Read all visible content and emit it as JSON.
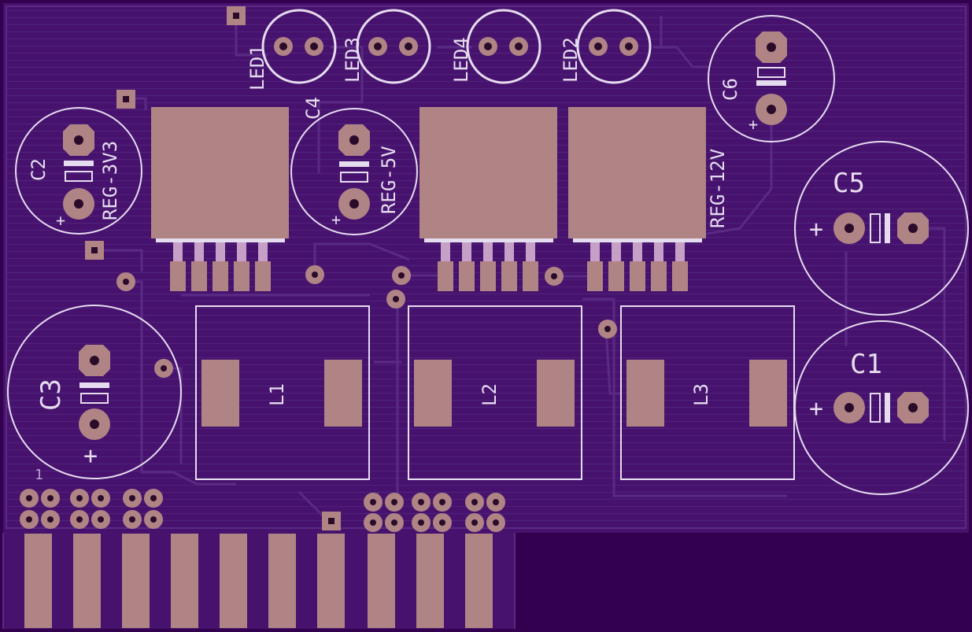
{
  "colors": {
    "background": "#33004f",
    "board": "#46126e",
    "copper": "#b08484",
    "silkscreen": "#e6dcef",
    "trace": "#5a2a84",
    "drill": "#2a0b2a",
    "hatch": "#52267a"
  },
  "labels": {
    "led1": "LED1",
    "led3": "LED3",
    "led4": "LED4",
    "led2": "LED2",
    "c4": "C4",
    "c2": "C2",
    "c6": "C6",
    "c5": "C5",
    "c1": "C1",
    "c3": "C3",
    "reg3v3": "REG-3V3",
    "reg5v": "REG-5V",
    "reg12v": "REG-12V",
    "l1": "L1",
    "l2": "L2",
    "l3": "L3",
    "pin1": "1",
    "plus": "+"
  }
}
